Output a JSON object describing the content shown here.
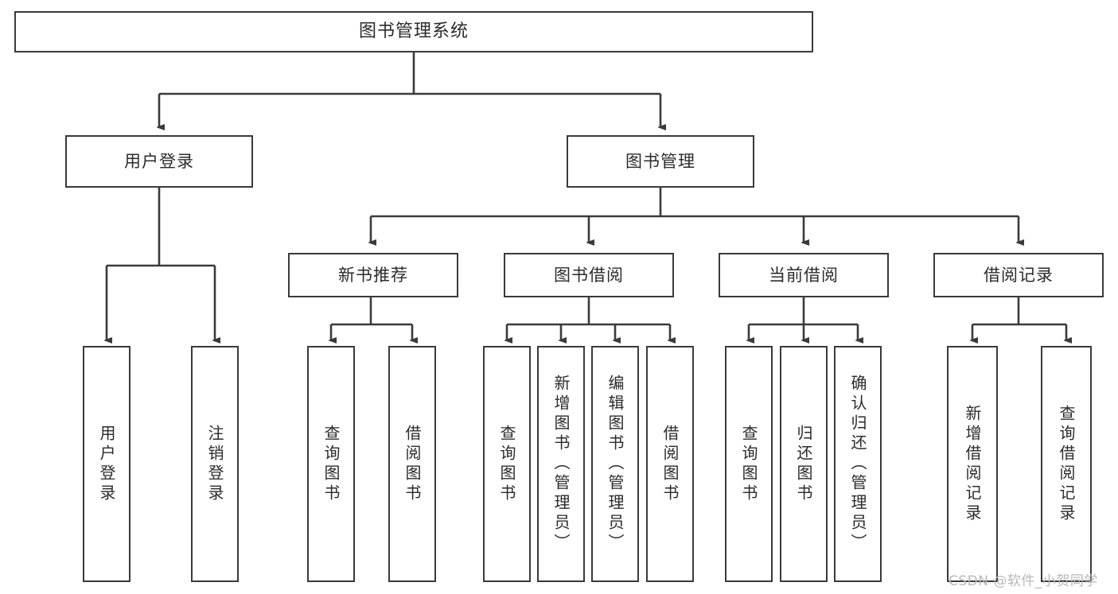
{
  "diagram": {
    "title": "图书管理系统",
    "type": "functional-structure-tree",
    "colors": {
      "stroke": "#3a3a3a",
      "fill": "#ffffff",
      "text": "#2b2b2b",
      "watermark": "#b8b8b8"
    },
    "watermark": "CSDN @软件_小贺同学"
  },
  "nodes": {
    "root": {
      "label": "图书管理系统"
    },
    "level2": [
      {
        "id": "user-login",
        "label": "用户登录"
      },
      {
        "id": "book-management",
        "label": "图书管理"
      }
    ],
    "level3": [
      {
        "id": "new-book-recommend",
        "label": "新书推荐"
      },
      {
        "id": "book-borrow",
        "label": "图书借阅"
      },
      {
        "id": "current-borrow",
        "label": "当前借阅"
      },
      {
        "id": "borrow-record",
        "label": "借阅记录"
      }
    ],
    "leaves": {
      "user_login": [
        {
          "id": "leaf-user-login",
          "label": "用户登录"
        },
        {
          "id": "leaf-user-logout",
          "label": "注销登录"
        }
      ],
      "new_book_recommend": [
        {
          "id": "leaf-query-book-1",
          "label": "查询图书"
        },
        {
          "id": "leaf-borrow-book-1",
          "label": "借阅图书"
        }
      ],
      "book_borrow": [
        {
          "id": "leaf-query-book-2",
          "label": "查询图书"
        },
        {
          "id": "leaf-add-book",
          "label": "新增图书（管理员）"
        },
        {
          "id": "leaf-edit-book",
          "label": "编辑图书（管理员）"
        },
        {
          "id": "leaf-borrow-book-2",
          "label": "借阅图书"
        }
      ],
      "current_borrow": [
        {
          "id": "leaf-query-book-3",
          "label": "查询图书"
        },
        {
          "id": "leaf-return-book",
          "label": "归还图书"
        },
        {
          "id": "leaf-confirm-return",
          "label": "确认归还（管理员）"
        }
      ],
      "borrow_record": [
        {
          "id": "leaf-add-record",
          "label": "新增借阅记录"
        },
        {
          "id": "leaf-query-record",
          "label": "查询借阅记录"
        }
      ]
    }
  }
}
